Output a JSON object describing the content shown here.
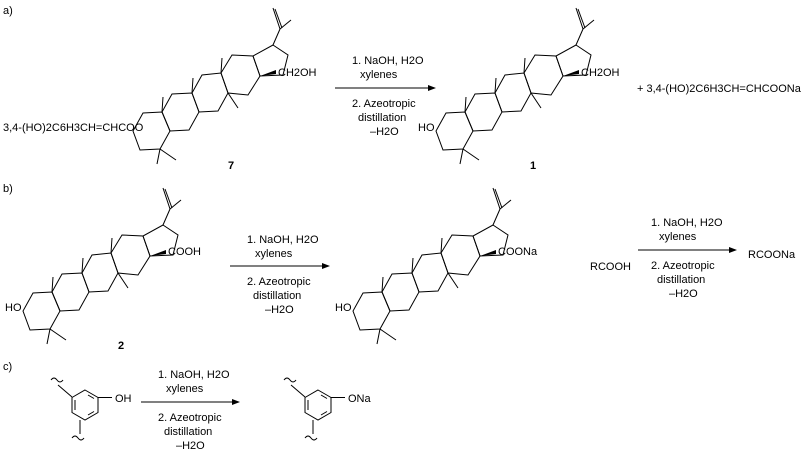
{
  "panels": [
    {
      "label": "a)",
      "reactant": {
        "number": "7",
        "ester": "3,4-(HO)2C6H3CH=CHCOO",
        "sidechain": "CH2OH"
      },
      "reagents": {
        "line1": "1. NaOH, H2O",
        "line2": "xylenes",
        "line3": "2. Azeotropic",
        "line4": "distillation",
        "line5": "–H2O"
      },
      "product": {
        "number": "1",
        "hydroxy": "HO",
        "sidechain": "CH2OH"
      },
      "byproduct": "+ 3,4-(HO)2C6H3CH=CHCOONa"
    },
    {
      "label": "b)",
      "reactant": {
        "number": "2",
        "hydroxy": "HO",
        "sidechain": "COOH"
      },
      "reagents": {
        "line1": "1. NaOH, H2O",
        "line2": "xylenes",
        "line3": "2. Azeotropic",
        "line4": "distillation",
        "line5": "–H2O"
      },
      "product": {
        "hydroxy": "HO",
        "sidechain": "COONa"
      },
      "general": {
        "reactant": "RCOOH",
        "reagents": {
          "line1": "1. NaOH, H2O",
          "line2": "xylenes",
          "line3": "2. Azeotropic",
          "line4": "distillation",
          "line5": "–H2O"
        },
        "product": "RCOONa"
      }
    },
    {
      "label": "c)",
      "reactant": {
        "group": "OH"
      },
      "reagents": {
        "line1": "1. NaOH, H2O",
        "line2": "xylenes",
        "line3": "2. Azeotropic",
        "line4": "distillation",
        "line5": "–H2O"
      },
      "product": {
        "group": "ONa"
      }
    }
  ]
}
